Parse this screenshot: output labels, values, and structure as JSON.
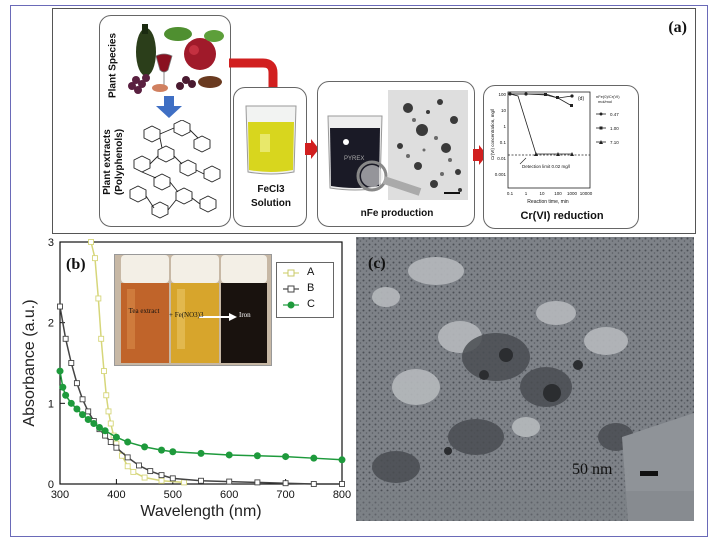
{
  "panel_a": {
    "label": "(a)",
    "plant_species": "Plant Species",
    "plant_extracts_line1": "Plant extracts",
    "plant_extracts_line2": "(Polyphenols)",
    "fecl3_line1": "FeCl3",
    "fecl3_line2": "Solution",
    "nfe_production": "nFe production",
    "cr_reduction": "Cr(VI) reduction",
    "inset": {
      "ylabel": "Cr(VI) concentration, mg/l",
      "xlabel": "Reaction time, min",
      "panel_tag": "(d)",
      "detection_limit": "Detection limit 0.02 mg/l",
      "legend_title_line1": "nFe(0)/Cr(VI)",
      "legend_title_line2": "mol/mol",
      "legend": [
        "0.47",
        "1.00",
        "7.10"
      ],
      "xticks": [
        "0.1",
        "1",
        "10",
        "100",
        "1000",
        "10000"
      ],
      "yticks": [
        "100",
        "10",
        "1",
        "0.1",
        "0.01",
        "0.001"
      ]
    }
  },
  "panel_b": {
    "label": "(b)",
    "xlabel": "Wavelength (nm)",
    "ylabel": "Absorbance (a.u.)",
    "photo_labels": {
      "tea": "Tea extract",
      "fe": "+ Fe(NO3)3",
      "iron": "Iron"
    },
    "chart_data": {
      "type": "line",
      "xlim": [
        300,
        800
      ],
      "ylim": [
        0,
        3
      ],
      "xticks": [
        300,
        400,
        500,
        600,
        700,
        800
      ],
      "yticks": [
        0,
        1,
        2,
        3
      ],
      "legend_position": "top-right",
      "series": [
        {
          "name": "A",
          "color": "#d6d67a",
          "marker": "open-square",
          "x": [
            355,
            362,
            368,
            373,
            378,
            382,
            386,
            390,
            395,
            400,
            410,
            420,
            430,
            450,
            480,
            520
          ],
          "y": [
            3.0,
            2.8,
            2.3,
            1.8,
            1.4,
            1.1,
            0.9,
            0.75,
            0.6,
            0.5,
            0.35,
            0.22,
            0.15,
            0.08,
            0.04,
            0.02
          ]
        },
        {
          "name": "B",
          "color": "#444444",
          "marker": "open-square",
          "x": [
            300,
            310,
            320,
            330,
            340,
            350,
            360,
            370,
            380,
            390,
            400,
            420,
            440,
            460,
            480,
            500,
            550,
            600,
            650,
            700,
            750,
            800
          ],
          "y": [
            2.2,
            1.8,
            1.5,
            1.25,
            1.05,
            0.9,
            0.78,
            0.68,
            0.6,
            0.52,
            0.45,
            0.33,
            0.23,
            0.16,
            0.11,
            0.07,
            0.04,
            0.03,
            0.02,
            0.01,
            0.0,
            0.0
          ]
        },
        {
          "name": "C",
          "color": "#1e9a3c",
          "marker": "filled-circle",
          "x": [
            300,
            305,
            310,
            320,
            330,
            340,
            350,
            360,
            370,
            380,
            400,
            420,
            450,
            480,
            500,
            550,
            600,
            650,
            700,
            750,
            800
          ],
          "y": [
            1.4,
            1.2,
            1.1,
            1.0,
            0.93,
            0.86,
            0.8,
            0.75,
            0.7,
            0.66,
            0.58,
            0.52,
            0.46,
            0.42,
            0.4,
            0.38,
            0.36,
            0.35,
            0.34,
            0.32,
            0.3
          ]
        }
      ]
    }
  },
  "panel_c": {
    "label": "(c)",
    "scale_bar": "50 nm"
  }
}
